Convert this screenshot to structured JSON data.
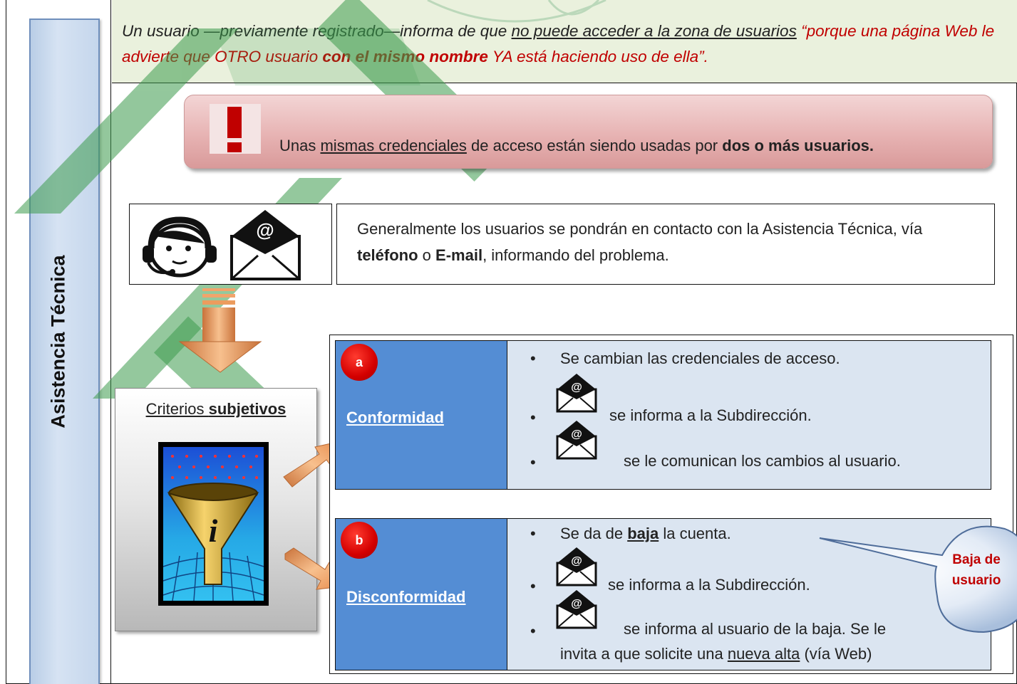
{
  "sidebar": {
    "label": "Asistencia Técnica"
  },
  "banner": {
    "part1": "Un usuario —previamente registrado—informa de que ",
    "part2": "no puede acceder a la zona de usuarios",
    "part3": " “porque una página Web le advierte que OTRO usuario ",
    "part4": "con el mismo nombre",
    "part5": " YA está haciendo uso de ella”."
  },
  "alert": {
    "pre": "Unas ",
    "underlined": "mismas credenciales",
    "mid": " de acceso están siendo usadas por ",
    "bold": "dos o más usuarios."
  },
  "contact": {
    "pre": " Generalmente los usuarios se pondrán en contacto con la Asistencia Técnica, vía ",
    "phone": "teléfono",
    "or": " o ",
    "email": "E-mail",
    "post": ", informando del problema."
  },
  "criteria": {
    "title_pre": "Criterios ",
    "title_bold": "subjetivos"
  },
  "outcomes": {
    "a": {
      "badge": "a",
      "name": "Conformidad",
      "items": [
        "Se cambian las credenciales de acceso.",
        "se informa a la Subdirección.",
        "se le comunican los cambios al usuario."
      ]
    },
    "b": {
      "badge": "b",
      "name": "Disconformidad",
      "item1_pre": "Se da de ",
      "item1_bold": "baja",
      "item1_post": " la cuenta.",
      "item2": "se informa a la Subdirección.",
      "item3_line1": "se informa al usuario de la baja. Se le",
      "item3_line2_pre": "invita a que solicite una ",
      "item3_line2_u": "nueva alta",
      "item3_line2_post": " (vía Web)"
    }
  },
  "callout": {
    "line1": "Baja de",
    "line2": "usuario"
  },
  "icons": [
    "exclamation-icon",
    "headset-operator-icon",
    "email-icon",
    "funnel-info-icon",
    "down-arrow-icon",
    "right-arrow-icon"
  ],
  "colors": {
    "label_blue": "#548dd4",
    "content_blue": "#dbe5f1",
    "banner_green": "#eaf1dd",
    "alert_red": "#c00000",
    "badge_red": "#d40000"
  }
}
